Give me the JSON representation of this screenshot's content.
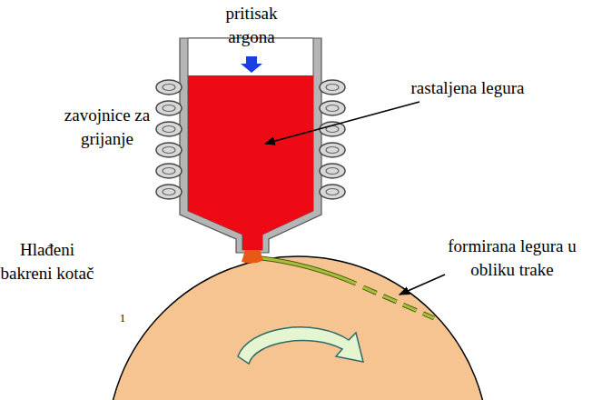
{
  "diagram": {
    "labels": [
      "pritisak argona",
      "rastaljena legura",
      "zavojnice za grijanje",
      "Hlađeni bakreni kotač",
      "formirana legura u obliku trake",
      "1"
    ]
  }
}
